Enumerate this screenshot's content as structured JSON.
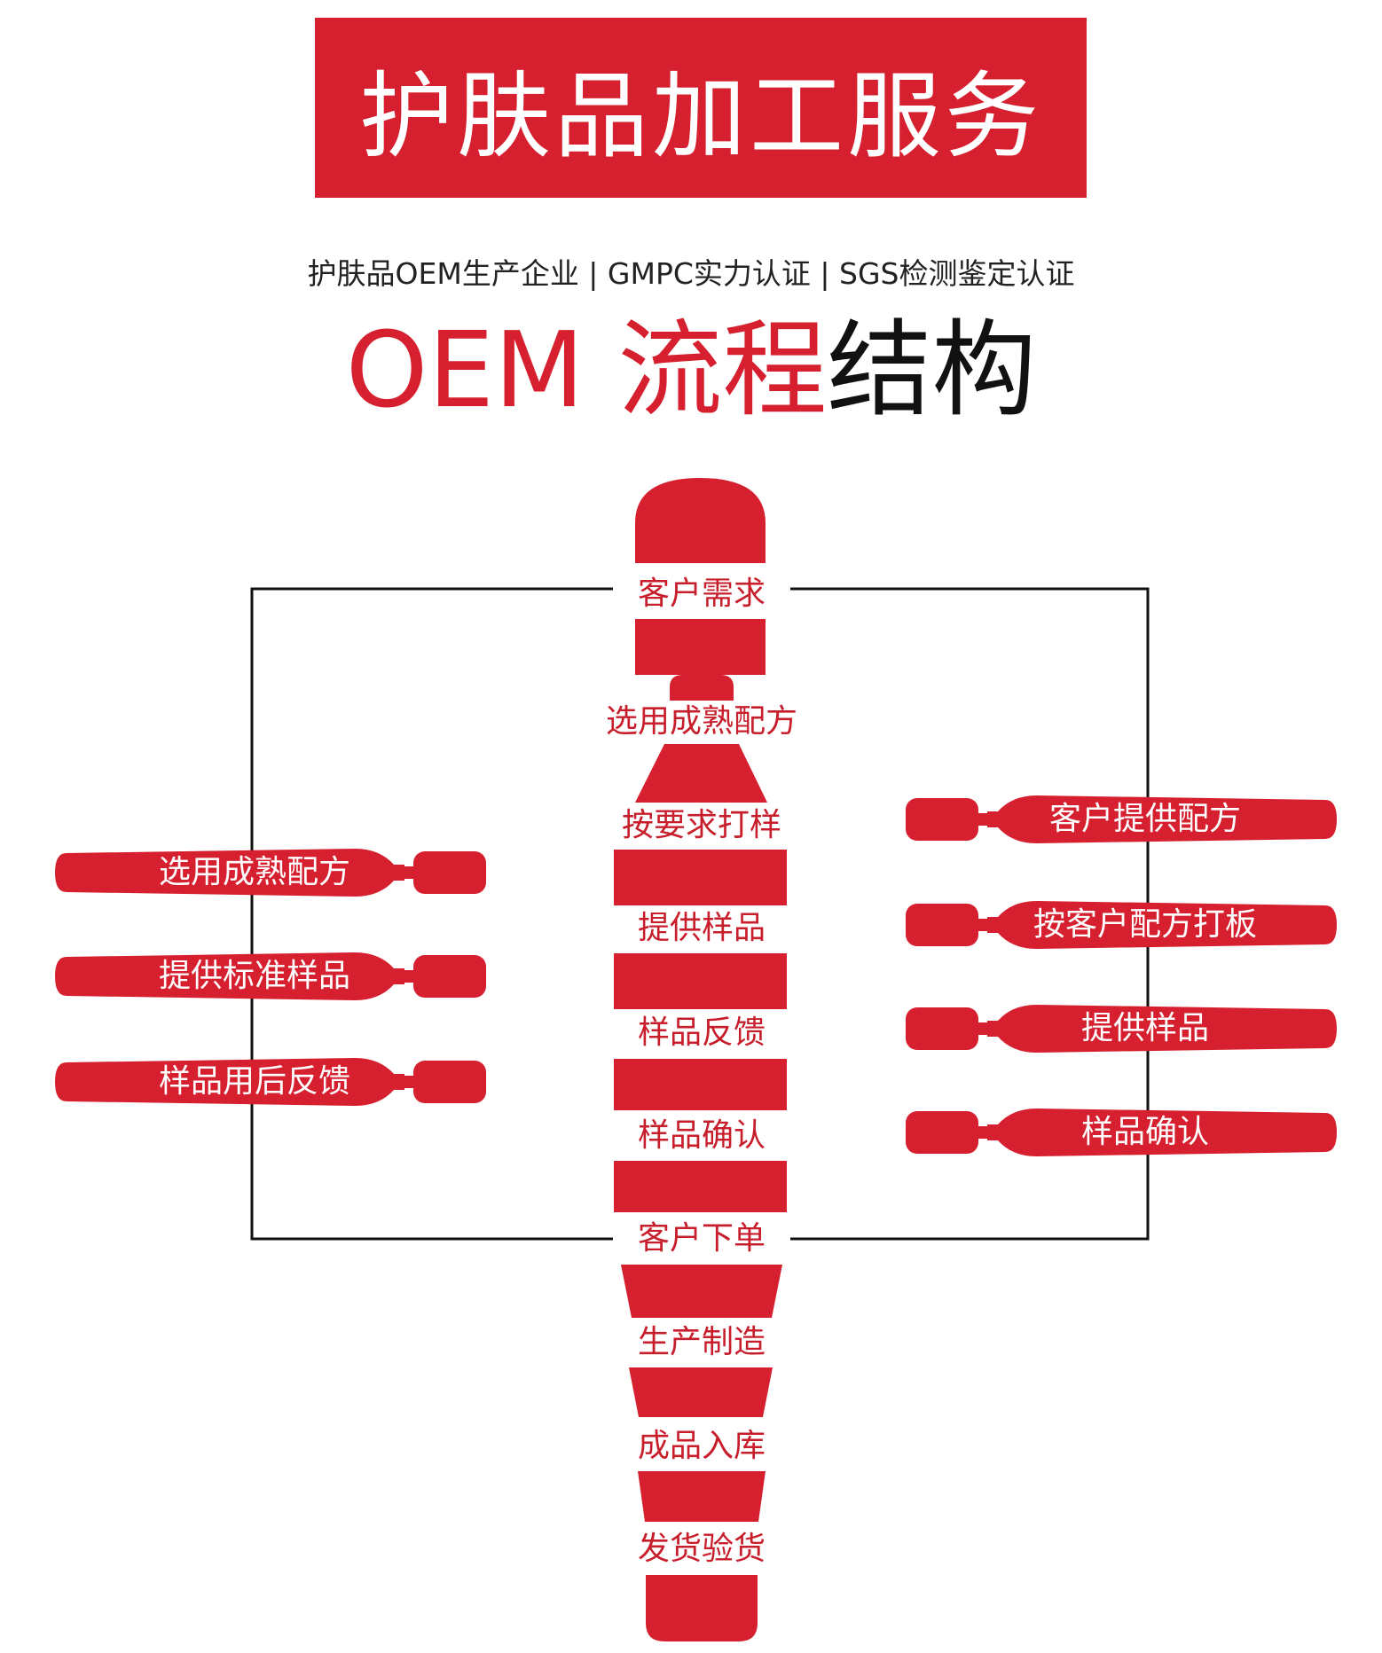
{
  "header": {
    "banner_title": "护肤品加工服务",
    "subtitle": "护肤品OEM生产企业 | GMPC实力认证 | SGS检测鉴定认证",
    "title_red": "OEM 流程",
    "title_black": "结构"
  },
  "colors": {
    "brand_red": "#d6202f",
    "text_dark": "#222222"
  },
  "center_steps": [
    "客户需求",
    "选用成熟配方",
    "按要求打样",
    "提供样品",
    "样品反馈",
    "样品确认",
    "客户下单",
    "生产制造",
    "成品入库",
    "发货验货"
  ],
  "left_branch": [
    "选用成熟配方",
    "提供标准样品",
    "样品用后反馈"
  ],
  "right_branch": [
    "客户提供配方",
    "按客户配方打板",
    "提供样品",
    "样品确认"
  ]
}
